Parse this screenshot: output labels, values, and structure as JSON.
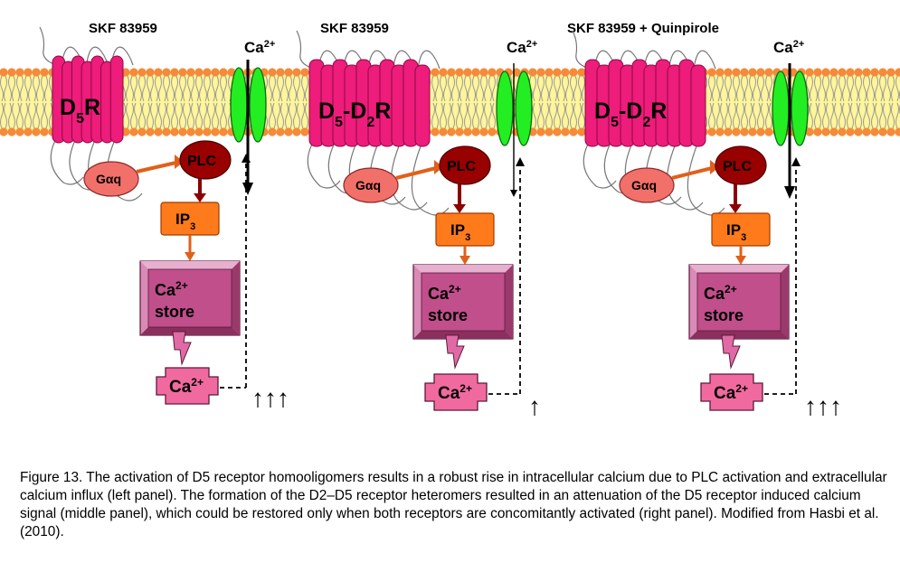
{
  "panels": [
    {
      "title": "SKF 83959",
      "channel_label": "Ca",
      "channel_sup": "2+",
      "receptor": [
        {
          "t": "D"
        },
        {
          "t": "5",
          "sub": true
        },
        {
          "t": "R"
        }
      ],
      "gprotein": "Gαq",
      "enzyme": "PLC",
      "messenger": {
        "main": "IP",
        "sub": "3"
      },
      "store": {
        "line1": "Ca",
        "sup": "2+",
        "line2": "store"
      },
      "ion": {
        "main": "Ca",
        "sup": "2+"
      },
      "response": "↑↑↑"
    },
    {
      "title": "SKF 83959",
      "channel_label": "Ca",
      "channel_sup": "2+",
      "receptor": [
        {
          "t": "D"
        },
        {
          "t": "5",
          "sub": true
        },
        {
          "t": "-D"
        },
        {
          "t": "2",
          "sub": true
        },
        {
          "t": "R"
        }
      ],
      "gprotein": "Gαq",
      "enzyme": "PLC",
      "messenger": {
        "main": "IP",
        "sub": "3"
      },
      "store": {
        "line1": "Ca",
        "sup": "2+",
        "line2": "store"
      },
      "ion": {
        "main": "Ca",
        "sup": "2+"
      },
      "response": "↑"
    },
    {
      "title": "SKF 83959 + Quinpirole",
      "channel_label": "Ca",
      "channel_sup": "2+",
      "receptor": [
        {
          "t": "D"
        },
        {
          "t": "5",
          "sub": true
        },
        {
          "t": "-D"
        },
        {
          "t": "2",
          "sub": true
        },
        {
          "t": "R"
        }
      ],
      "gprotein": "Gαq",
      "enzyme": "PLC",
      "messenger": {
        "main": "IP",
        "sub": "3"
      },
      "store": {
        "line1": "Ca",
        "sup": "2+",
        "line2": "store"
      },
      "ion": {
        "main": "Ca",
        "sup": "2+"
      },
      "response": "↑↑↑"
    }
  ],
  "colors": {
    "receptor": "#ee1c7a",
    "lipid_band": "#fff59a",
    "lipid_head": "#f58a3a",
    "channel": "#22ee22",
    "gprotein": "#f2706a",
    "plc": "#990000",
    "ip3": "#ff7a1a",
    "store": "#c04f8c",
    "ion": "#f06aa0"
  },
  "caption": "Figure 13. The activation of D5 receptor homooligomers results in a robust rise in intracellular calcium due to PLC activation and extracellular calcium influx (left panel). The formation of the D2–D5 receptor heteromers resulted in an attenuation of the D5 receptor induced calcium signal (middle panel), which could be restored only when both receptors are concomitantly activated (right panel). Modified from Hasbi et al. (2010)."
}
